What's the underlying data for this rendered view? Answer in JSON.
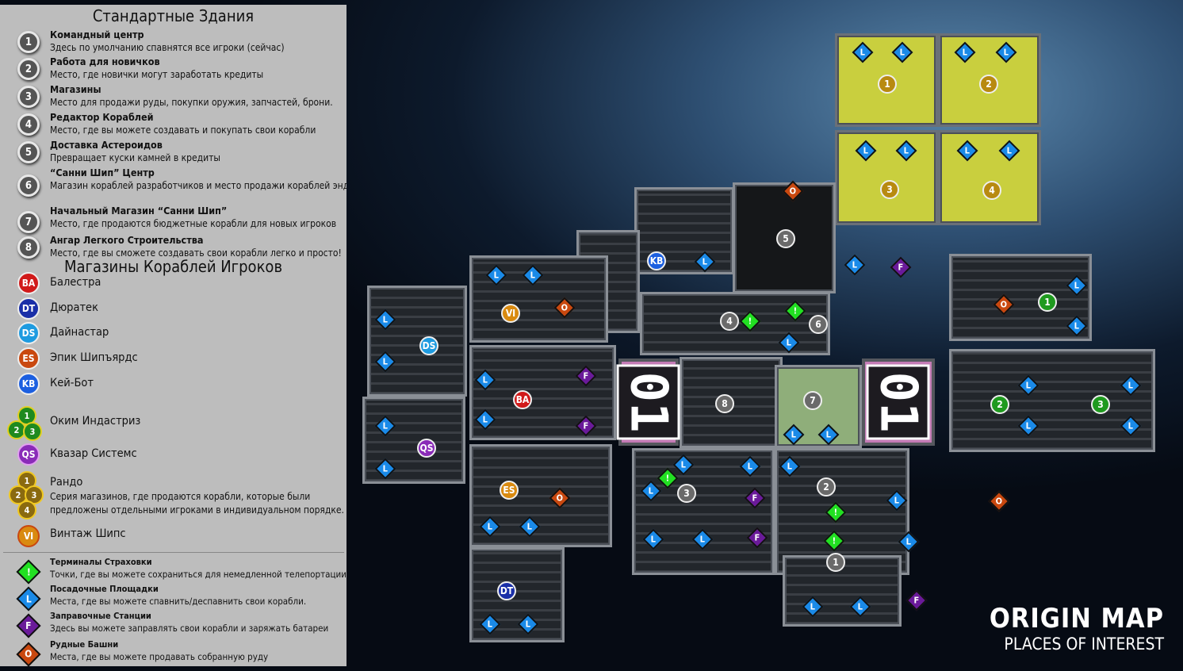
{
  "legend": {
    "standard_title": "Стандартные Здания",
    "standard": [
      {
        "n": "1",
        "title": "Командный центр",
        "desc": "Здесь по умолчанию спавнятся все игроки (сейчас)"
      },
      {
        "n": "2",
        "title": "Работа для новичков",
        "desc": "Место, где новички могут заработать кредиты"
      },
      {
        "n": "3",
        "title": "Магазины",
        "desc": "Место для продажи руды, покупки оружия, запчастей, брони."
      },
      {
        "n": "4",
        "title": "Редактор Кораблей",
        "desc": "Место, где вы можете создавать и покупать свои корабли"
      },
      {
        "n": "5",
        "title": "Доставка Астероидов",
        "desc": "Превращает куски камней в кредиты"
      },
      {
        "n": "6",
        "title": "“Санни Шип” Центр",
        "desc": "Магазин кораблей разработчиков и место продажи кораблей эндо"
      },
      {
        "n": "7",
        "title": "Начальный Магазин “Санни Шип”",
        "desc": "Место, где продаются бюджетные корабли для новых игроков"
      },
      {
        "n": "8",
        "title": "Ангар Легкого Строительства",
        "desc": "Место, где вы сможете создавать свои корабли легко и просто!"
      }
    ],
    "shops_title": "Магазины Кораблей Игроков",
    "shops": [
      {
        "code": "BA",
        "name": "Балестра",
        "color": "#d11a1a"
      },
      {
        "code": "DT",
        "name": "Дюратек",
        "color": "#1a2fa8"
      },
      {
        "code": "DS",
        "name": "Дайнастар",
        "color": "#1e9be0"
      },
      {
        "code": "ES",
        "name": "Эпик Шипъярдс",
        "color": "#c9480f"
      },
      {
        "code": "KB",
        "name": "Кей-Бот",
        "color": "#1c5fe0"
      }
    ],
    "okim": {
      "name": "Оким Индастриз",
      "nums": [
        "1",
        "2",
        "3"
      ],
      "color": "#1f8a1f"
    },
    "quasar": {
      "code": "QS",
      "name": "Квазар Системс",
      "color": "#8a2bb8"
    },
    "rando": {
      "name": "Рандо",
      "desc1": "Серия магазинов, где продаются корабли, которые были",
      "desc2": "предложены отдельными игроками в индивидуальном порядке.",
      "nums": [
        "1",
        "2",
        "3",
        "4"
      ],
      "color": "#8a6a10"
    },
    "vintage": {
      "code": "VI",
      "name": "Винтаж Шипс",
      "color": "#d98a10"
    },
    "points": [
      {
        "sym": "!",
        "title": "Терминалы Страховки",
        "desc": "Точки, где вы можете сохраниться для немедленной телепортации.",
        "color": "#22e022"
      },
      {
        "sym": "L",
        "title": "Посадочные Площадки",
        "desc": "Места, где вы можете спавнить/деспавнить свои корабли.",
        "color": "#1a8ae8"
      },
      {
        "sym": "F",
        "title": "Заправочные Станции",
        "desc": "Здесь вы можете заправлять свои корабли и заряжать батареи",
        "color": "#6a1a9a"
      },
      {
        "sym": "O",
        "title": "Рудные Башни",
        "desc": "Места, где вы можете продавать собранную руду",
        "color": "#c9480f"
      }
    ]
  },
  "map": {
    "sign_text": "01",
    "title": "ORIGIN MAP",
    "subtitle": "PLACES OF INTEREST",
    "markers": []
  }
}
